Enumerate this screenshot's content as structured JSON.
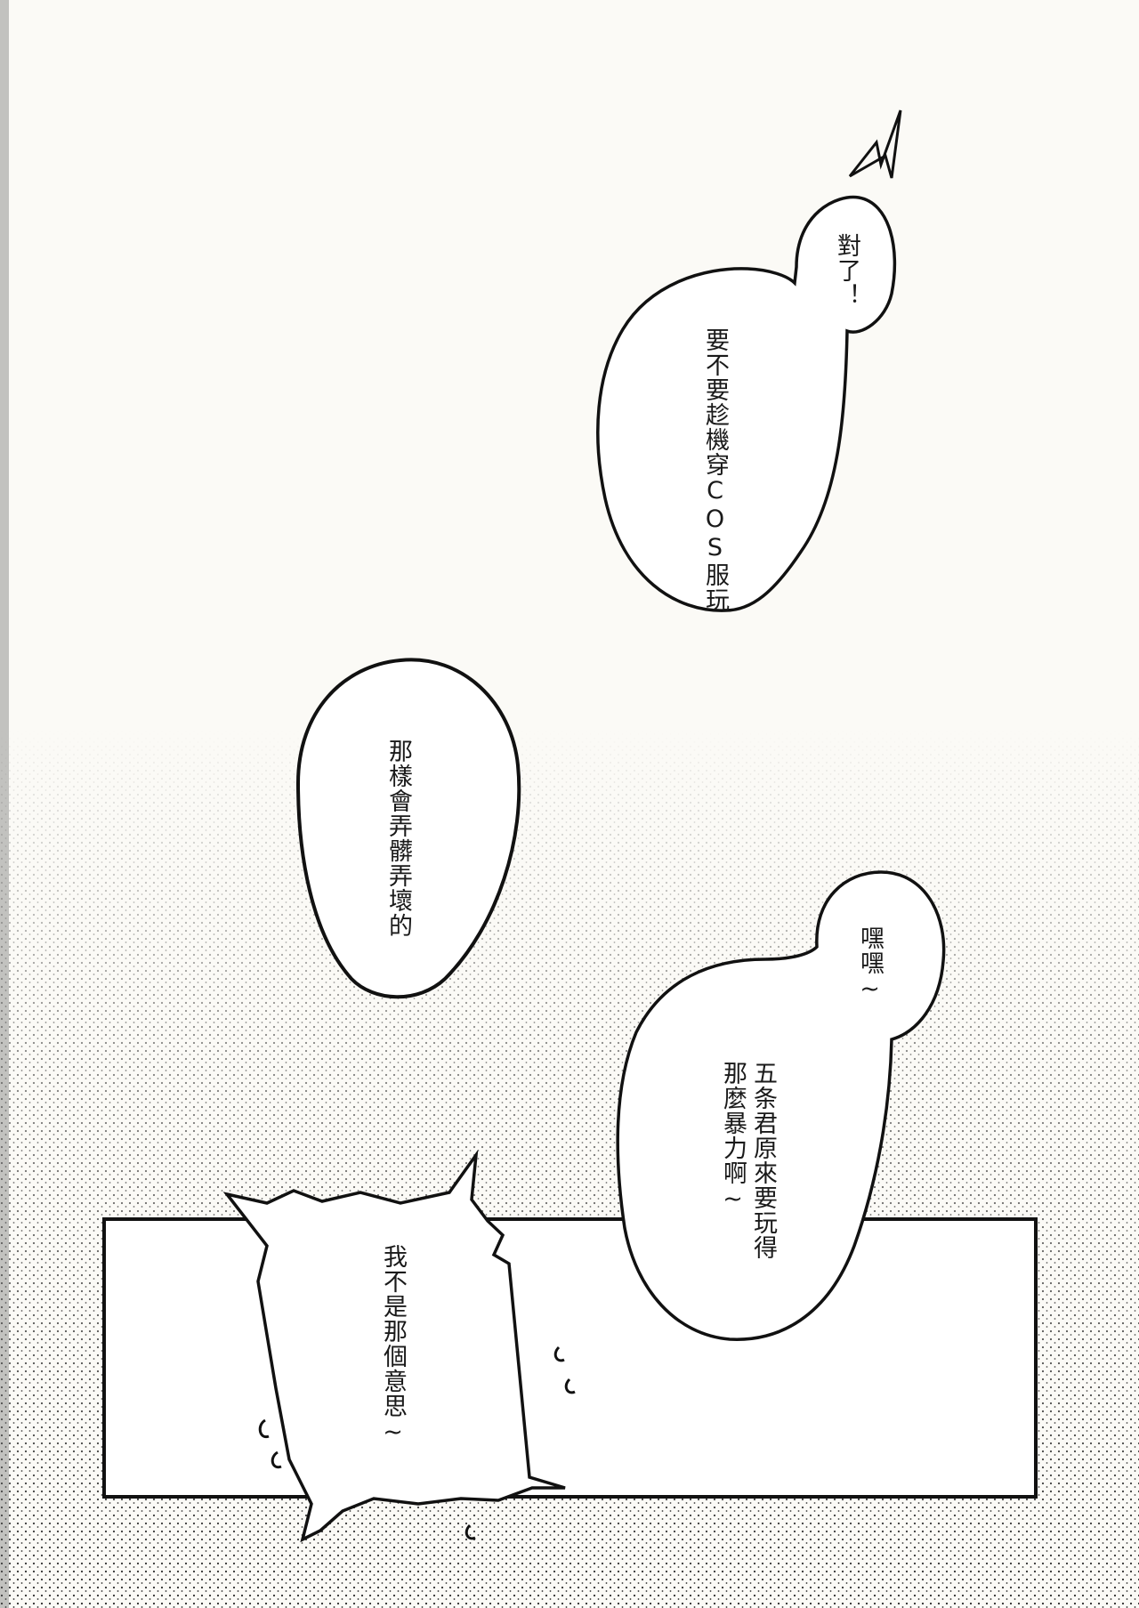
{
  "page": {
    "background": "#fbfaf6",
    "ink": "#111111",
    "screentone": "#2a2a2a"
  },
  "bubbles": [
    {
      "id": "bubble-1",
      "text": "對了！"
    },
    {
      "id": "bubble-2",
      "text": "要不要趁機穿COS服玩"
    },
    {
      "id": "bubble-3",
      "text": "那樣會弄髒弄壞的"
    },
    {
      "id": "bubble-4",
      "text": "嘿嘿~"
    },
    {
      "id": "bubble-5",
      "lines": [
        "五条君原來要玩得",
        "那麼暴力啊~"
      ]
    },
    {
      "id": "bubble-6",
      "text": "我不是那個意思~"
    }
  ],
  "sfx": {
    "sweat_marks": "っっ"
  }
}
